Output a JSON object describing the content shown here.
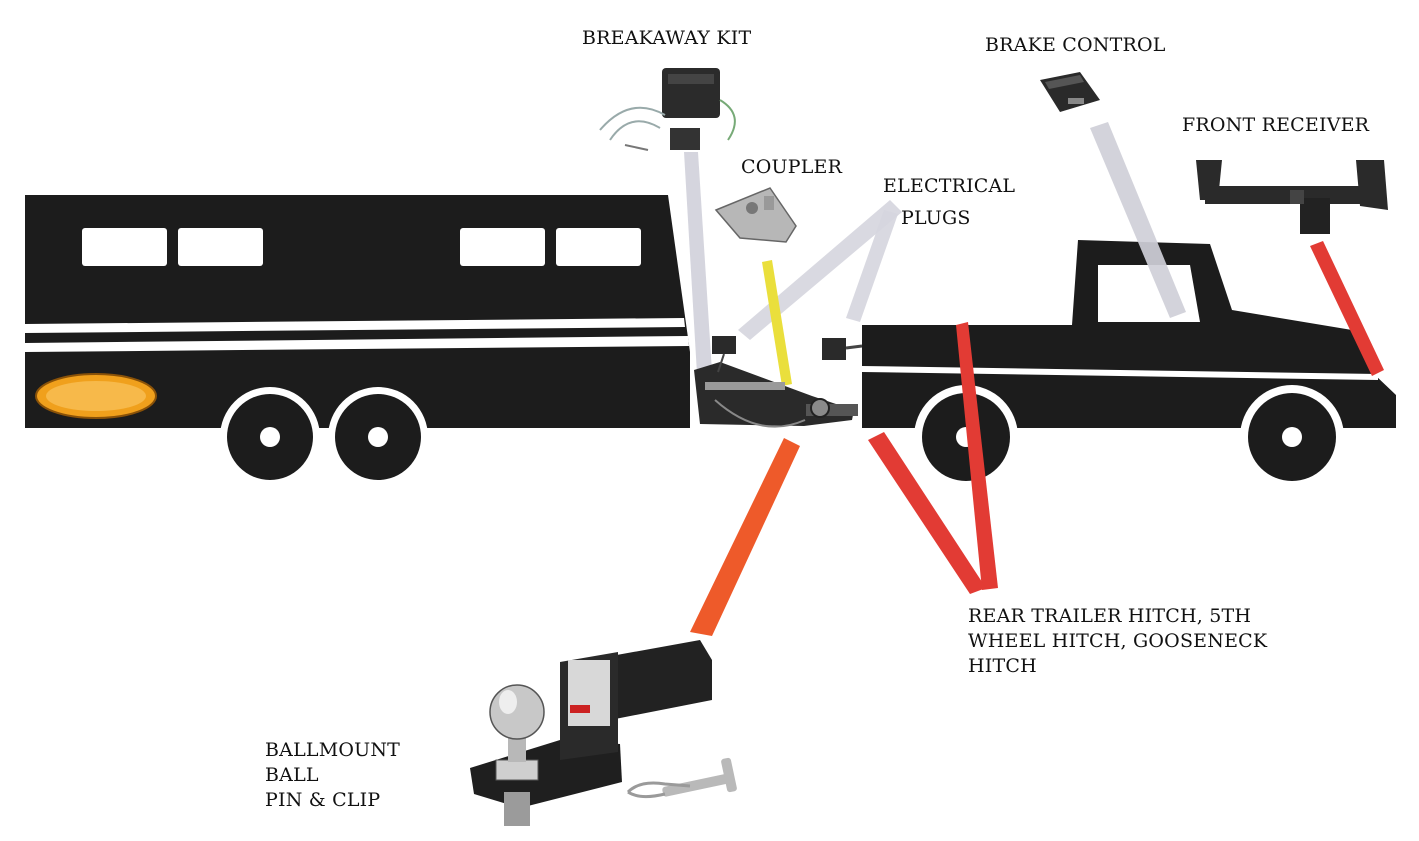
{
  "labels": {
    "breakaway_kit": "BREAKAWAY KIT",
    "brake_control": "BRAKE CONTROL",
    "front_receiver": "FRONT RECEIVER",
    "coupler": "COUPLER",
    "electrical_plugs_line1": "ELECTRICAL",
    "electrical_plugs_line2": "PLUGS",
    "rear_hitch_line1": "REAR TRAILER HITCH, 5TH",
    "rear_hitch_line2": "WHEEL HITCH, GOOSENECK",
    "rear_hitch_line3": "HITCH",
    "ballmount_line1": "BALLMOUNT",
    "ballmount_line2": "BALL",
    "ballmount_line3": "PIN & CLIP"
  },
  "colors": {
    "vehicle_body": "#1c1c1c",
    "pointer_grey": "#cfcfd8",
    "pointer_yellow": "#eadf3c",
    "pointer_red": "#e23b34",
    "pointer_orange": "#ee5a2a",
    "marker_light": "#f0a01c"
  }
}
